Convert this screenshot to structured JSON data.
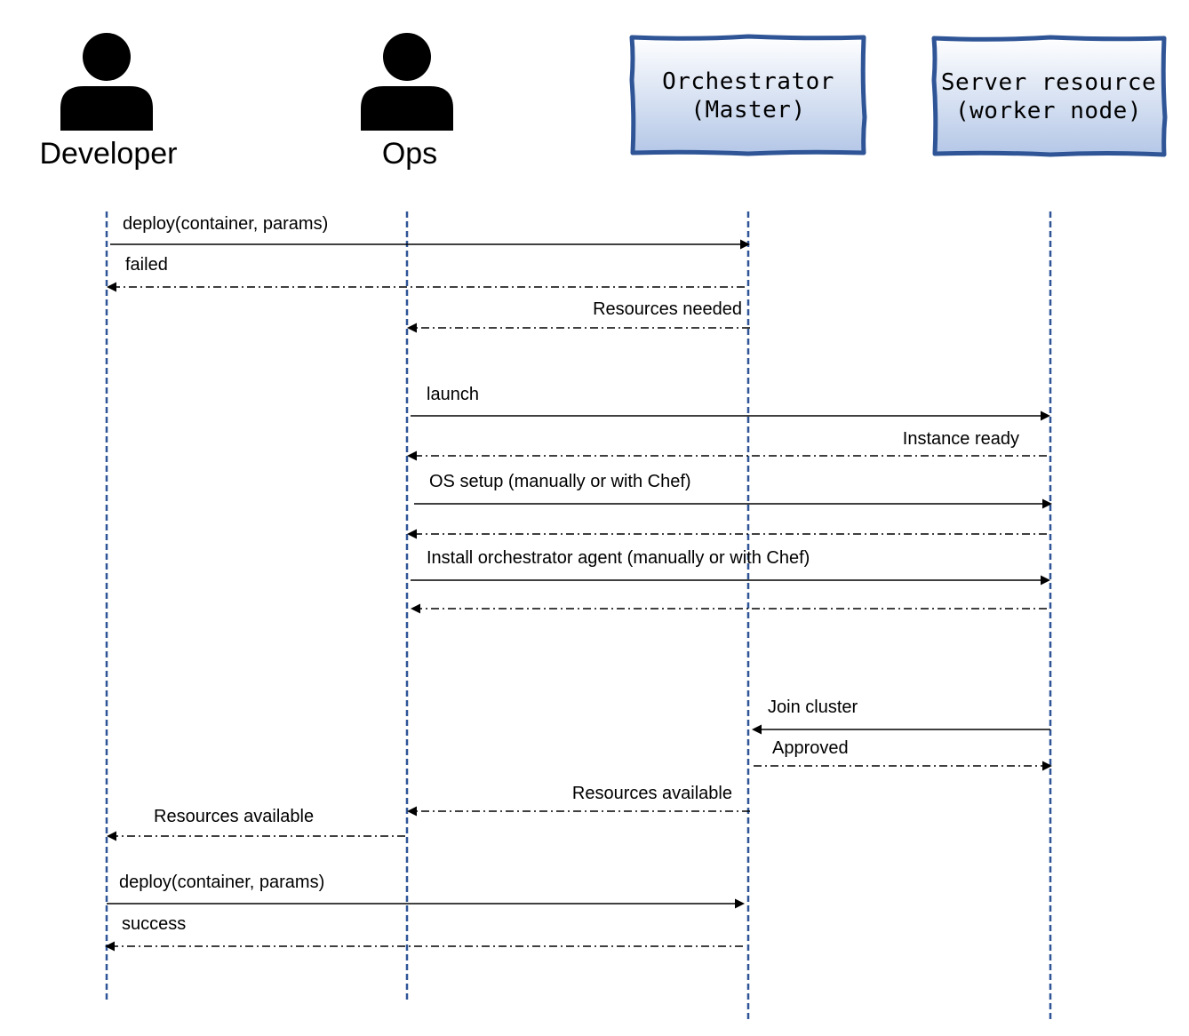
{
  "actors": [
    {
      "id": "developer",
      "label": "Developer",
      "kind": "person"
    },
    {
      "id": "ops",
      "label": "Ops",
      "kind": "person"
    },
    {
      "id": "orchestrator",
      "label_lines": [
        "Orchestrator",
        "(Master)"
      ],
      "kind": "box"
    },
    {
      "id": "server",
      "label_lines": [
        "Server resource",
        "(worker node)"
      ],
      "kind": "box"
    }
  ],
  "messages": [
    {
      "label": "deploy(container, params)",
      "from": "developer",
      "to": "orchestrator",
      "style": "solid"
    },
    {
      "label": "failed",
      "from": "orchestrator",
      "to": "developer",
      "style": "dashed"
    },
    {
      "label": "Resources needed",
      "from": "orchestrator",
      "to": "ops",
      "style": "dashed"
    },
    {
      "label": "launch",
      "from": "ops",
      "to": "server",
      "style": "solid"
    },
    {
      "label": "Instance ready",
      "from": "server",
      "to": "ops",
      "style": "dashed"
    },
    {
      "label": "OS setup (manually or with Chef)",
      "from": "ops",
      "to": "server",
      "style": "solid"
    },
    {
      "label": "",
      "from": "server",
      "to": "ops",
      "style": "dashed"
    },
    {
      "label": "Install orchestrator agent (manually or with Chef)",
      "from": "ops",
      "to": "server",
      "style": "solid"
    },
    {
      "label": "",
      "from": "server",
      "to": "ops",
      "style": "dashed"
    },
    {
      "label": "Join cluster",
      "from": "server",
      "to": "orchestrator",
      "style": "solid"
    },
    {
      "label": "Approved",
      "from": "orchestrator",
      "to": "server",
      "style": "dashed"
    },
    {
      "label": "Resources available",
      "from": "orchestrator",
      "to": "ops",
      "style": "dashed"
    },
    {
      "label": "Resources available",
      "from": "ops",
      "to": "developer",
      "style": "dashed"
    },
    {
      "label": "deploy(container, params)",
      "from": "developer",
      "to": "orchestrator",
      "style": "solid"
    },
    {
      "label": "success",
      "from": "orchestrator",
      "to": "developer",
      "style": "dashed"
    }
  ],
  "colors": {
    "lifeline": "#2f5597",
    "box_fill_top": "#ffffff",
    "box_fill_bottom": "#b4c7e7",
    "box_stroke": "#2f5597",
    "person": "#000000",
    "arrow": "#000000"
  }
}
